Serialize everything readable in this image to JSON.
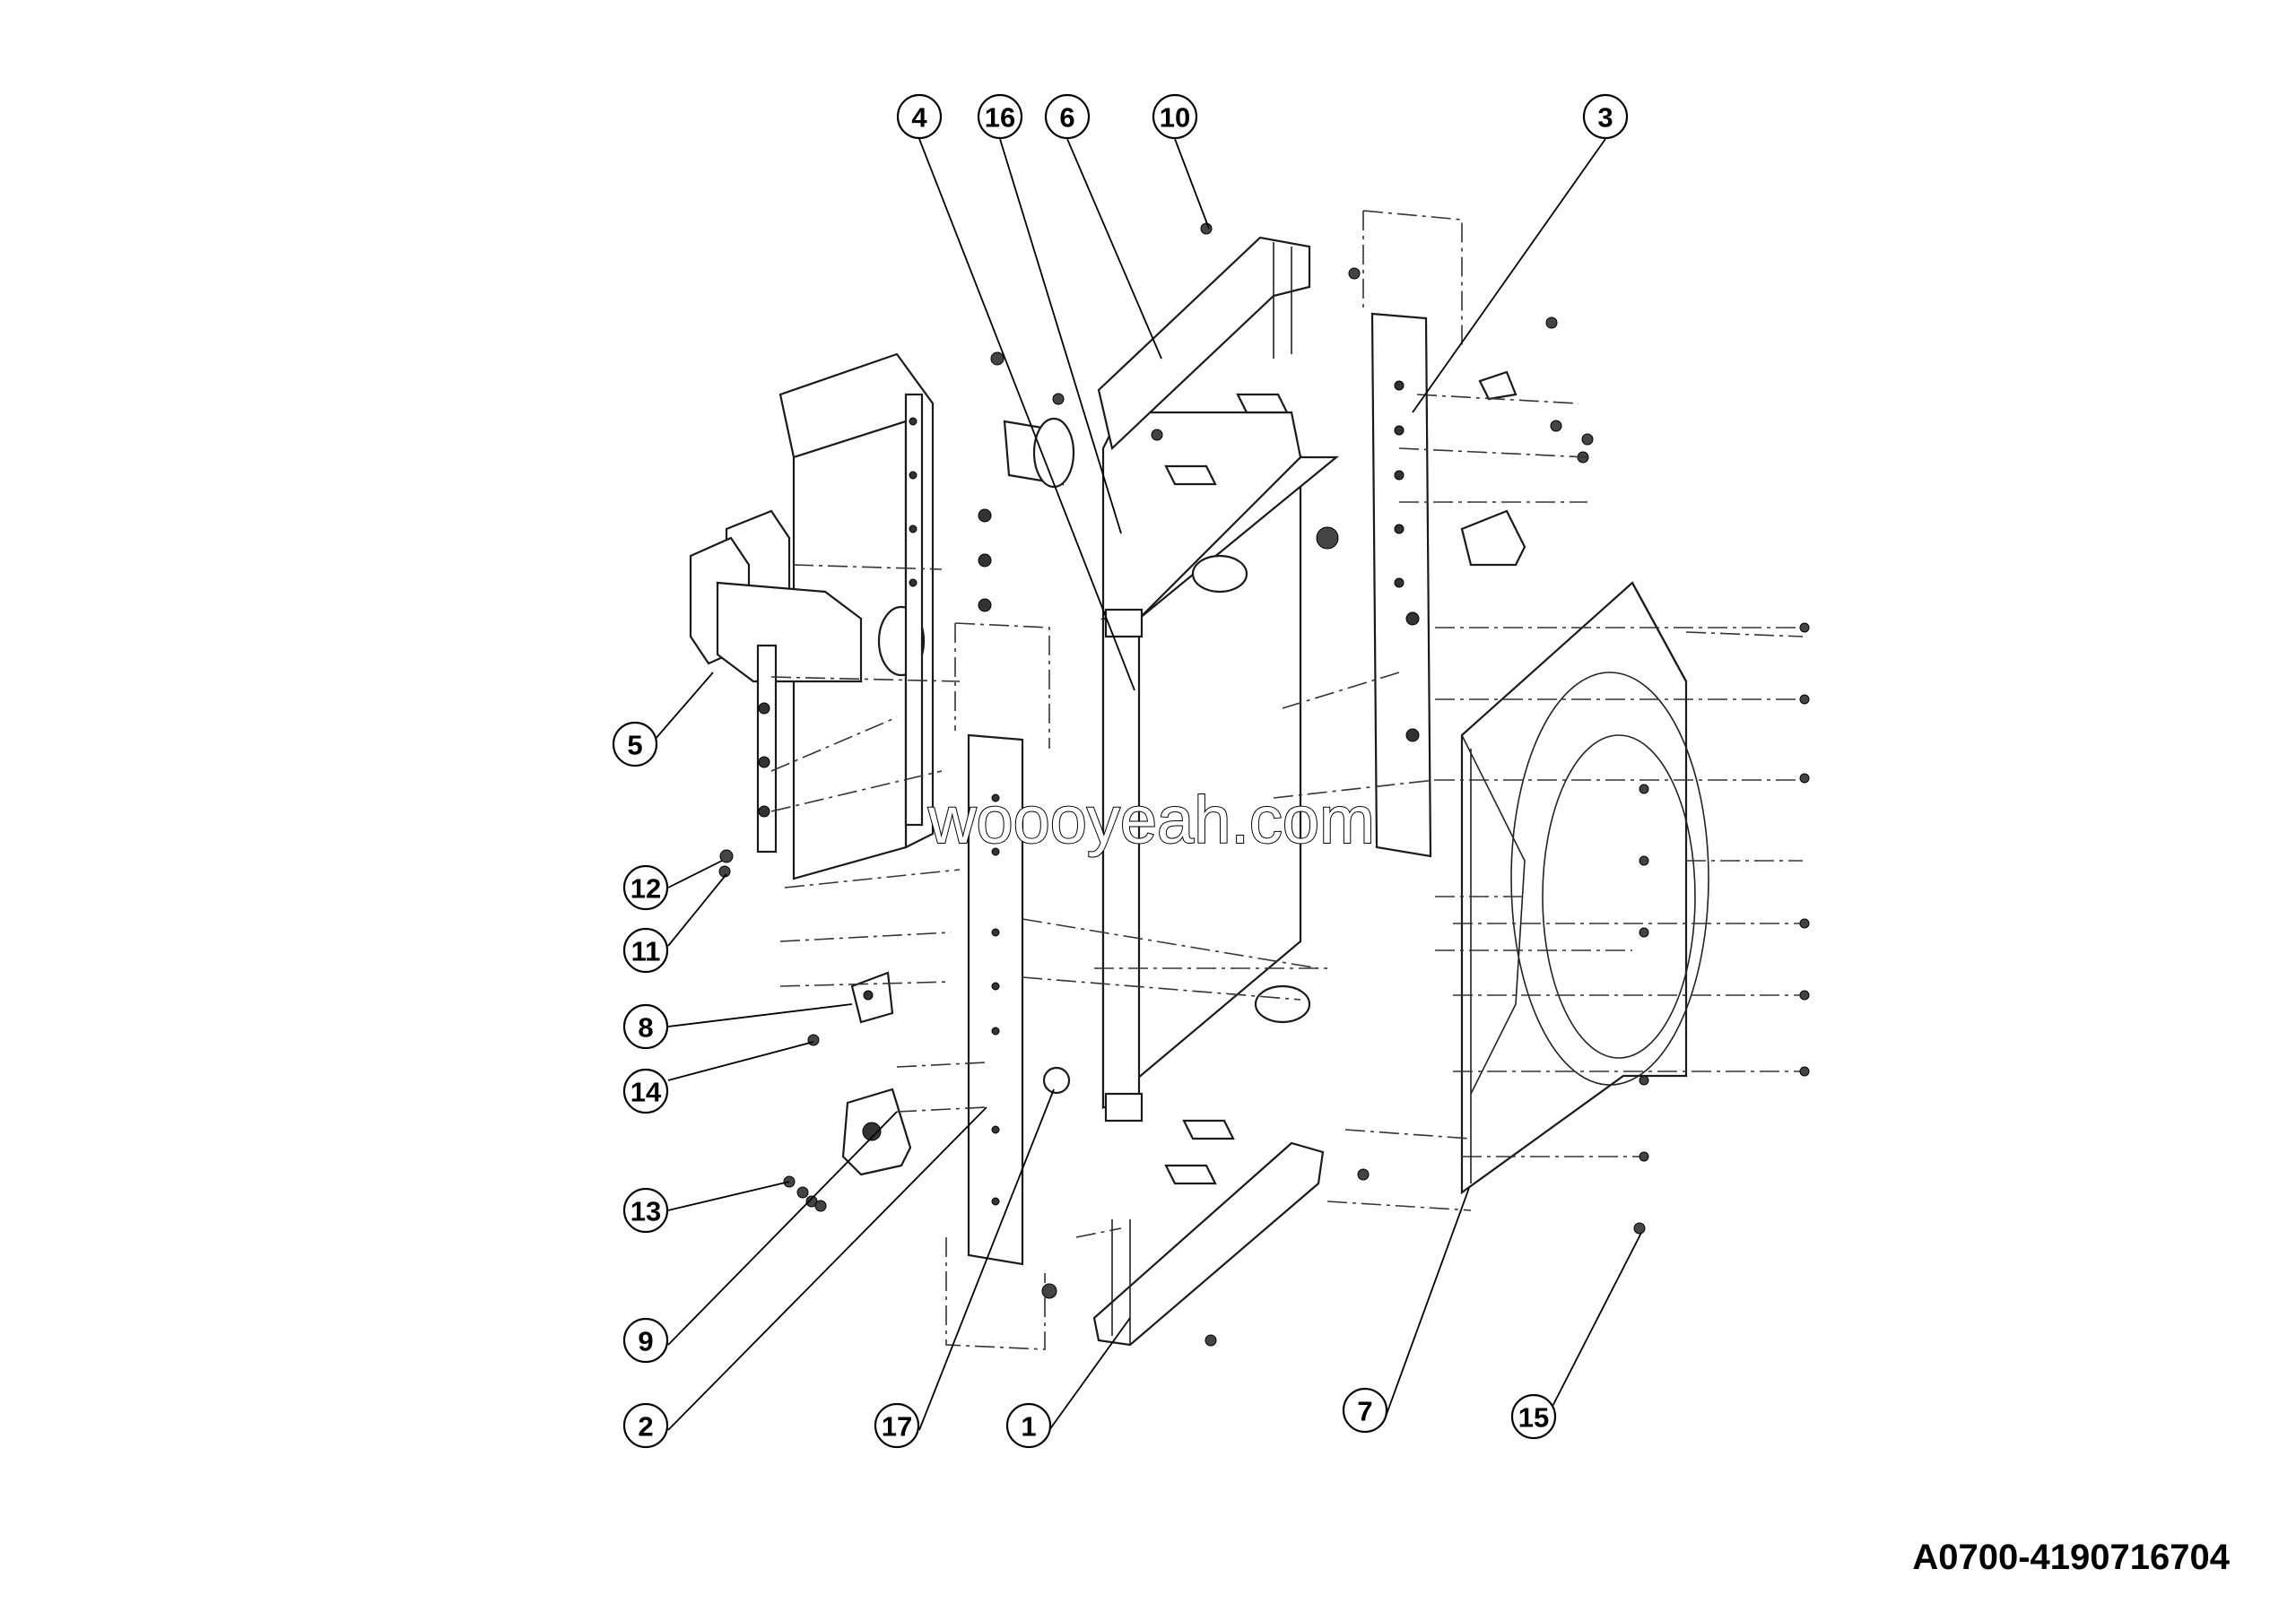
{
  "drawing": {
    "reference_code": "A0700-4190716704",
    "watermark": "woooyeah.com"
  },
  "callouts": [
    {
      "label": "4"
    },
    {
      "label": "16"
    },
    {
      "label": "6"
    },
    {
      "label": "10"
    },
    {
      "label": "3"
    },
    {
      "label": "5"
    },
    {
      "label": "12"
    },
    {
      "label": "11"
    },
    {
      "label": "8"
    },
    {
      "label": "14"
    },
    {
      "label": "13"
    },
    {
      "label": "9"
    },
    {
      "label": "2"
    },
    {
      "label": "17"
    },
    {
      "label": "1"
    },
    {
      "label": "7"
    },
    {
      "label": "15"
    }
  ]
}
